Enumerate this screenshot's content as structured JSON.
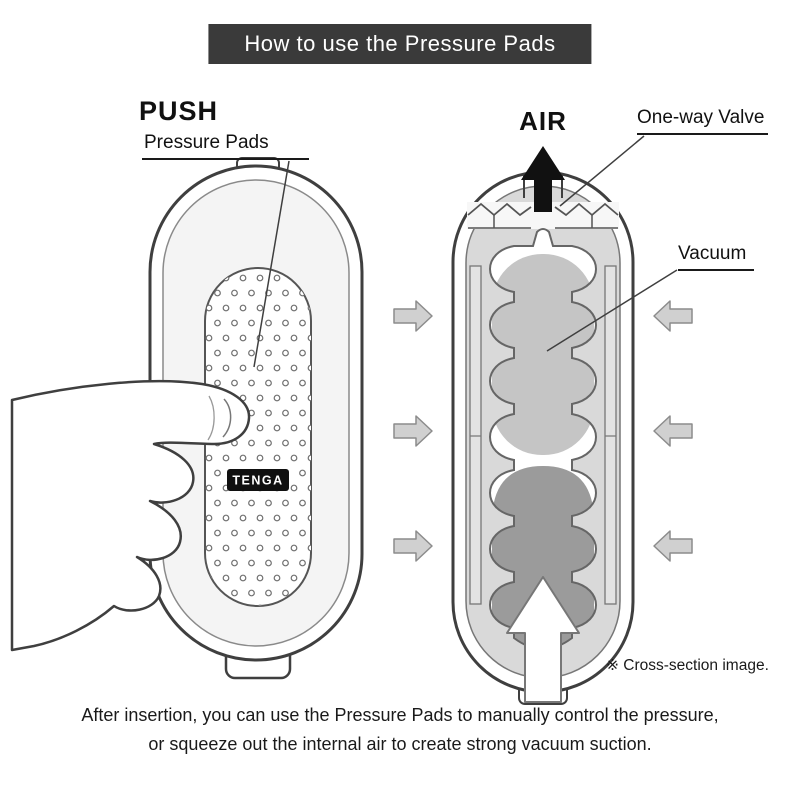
{
  "banner": {
    "title": "How to use the Pressure Pads"
  },
  "left_figure": {
    "push_label": "PUSH",
    "pressure_pads_label": "Pressure Pads",
    "logo_text": "TENGA"
  },
  "right_figure": {
    "air_label": "AIR",
    "one_way_valve_label": "One-way Valve",
    "vacuum_label": "Vacuum",
    "note": "※ Cross-section image."
  },
  "caption": {
    "line1": "After insertion, you can use the Pressure Pads to manually control the pressure,",
    "line2": "or squeeze out the internal air to create strong vacuum suction."
  },
  "colors": {
    "banner_bg": "#3a3a3a",
    "banner_fg": "#ffffff",
    "outline": "#3f3f3f",
    "interior_gray": "#d9d9d9",
    "vacuum_gray": "#c5c5c5",
    "suction_gray": "#9b9b9b",
    "pressure_arrow_gray": "#d0d0d0",
    "air_arrow_black": "#111111"
  }
}
